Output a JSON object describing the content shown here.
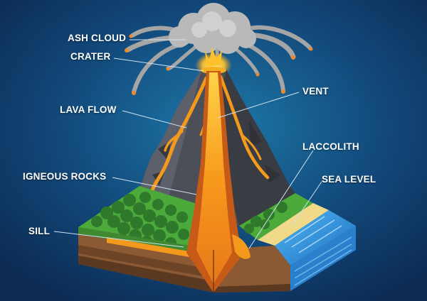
{
  "labels": {
    "ash_cloud": "ASH CLOUD",
    "crater": "CRATER",
    "vent": "VENT",
    "lava_flow": "LAVA FLOW",
    "laccolith": "LACCOLITH",
    "igneous_rocks": "IGNEOUS ROCKS",
    "sea_level": "SEA LEVEL",
    "sill": "SILL"
  },
  "colors": {
    "background_center": "#1d78a8",
    "background_edge": "#0c2a52",
    "rock": "#4a4d55",
    "lava": "#f39a1c",
    "grass": "#4caa3a",
    "sea": "#2f8fd6",
    "ash": "#a8a8a8"
  }
}
